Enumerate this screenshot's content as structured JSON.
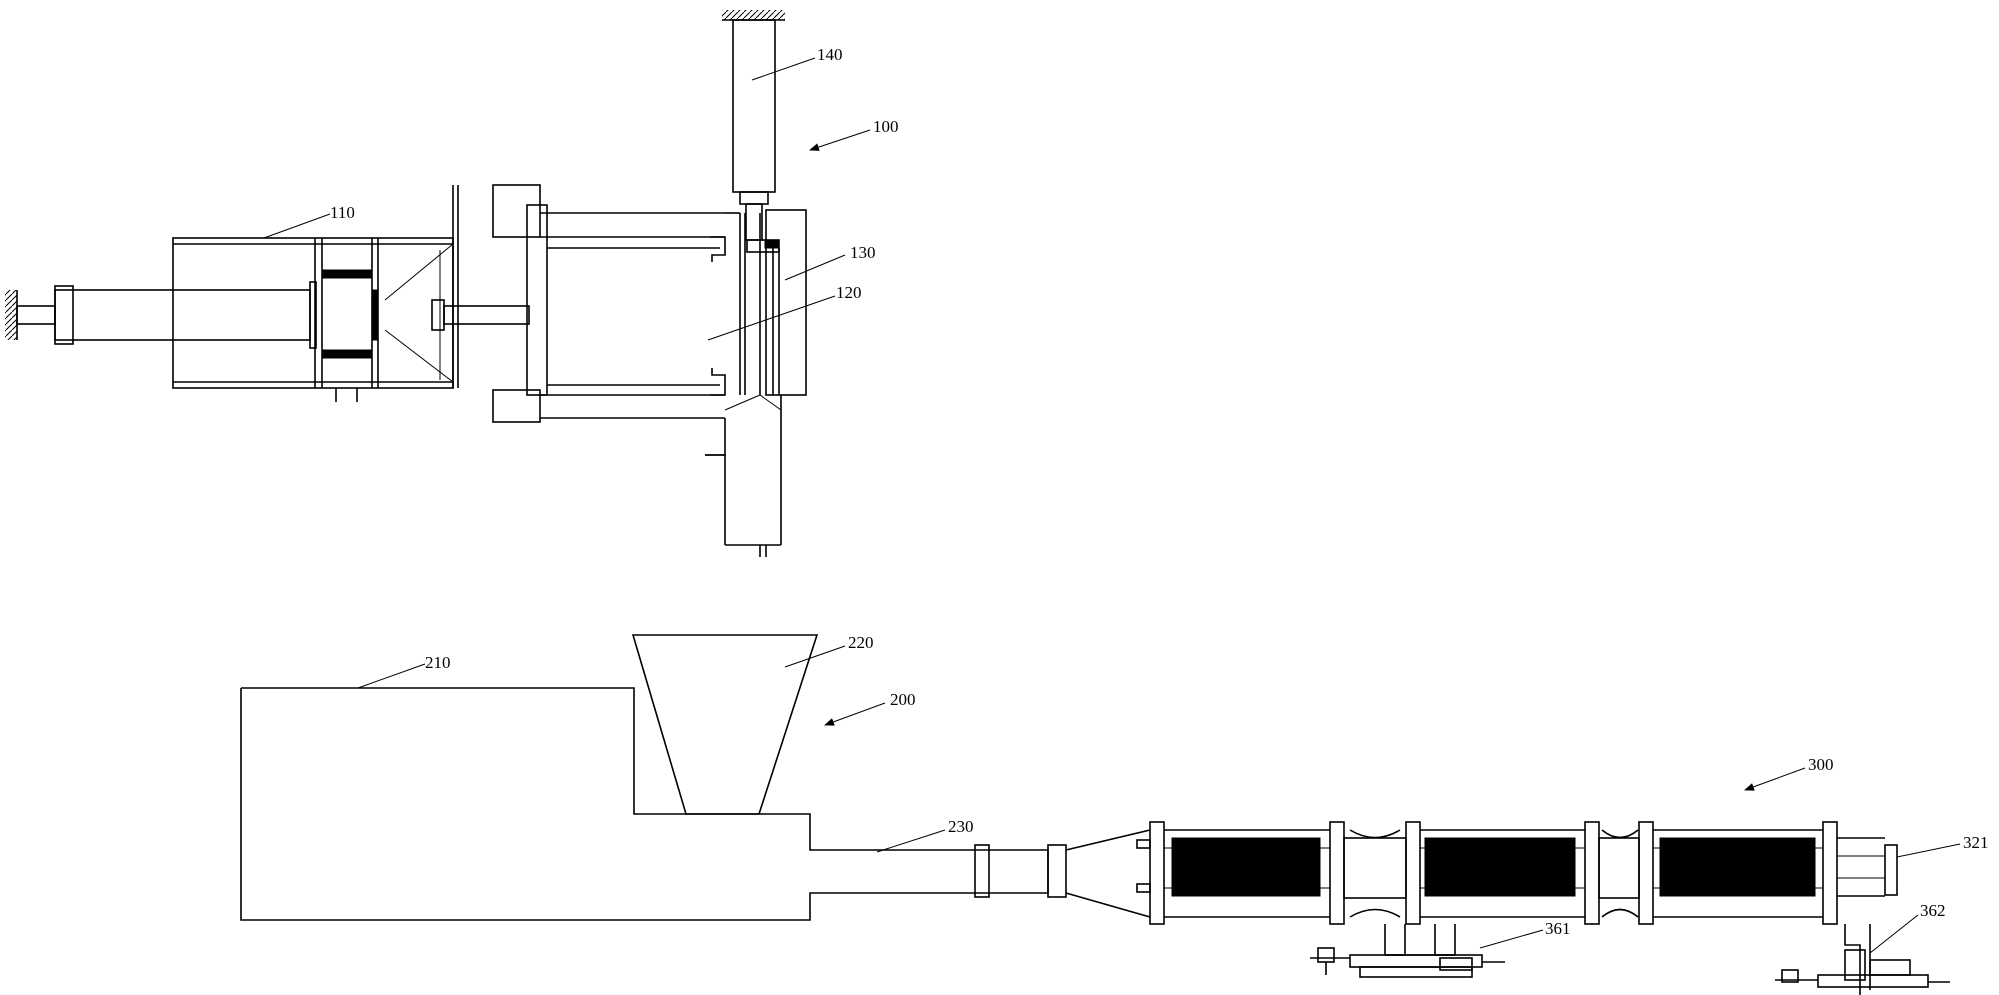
{
  "labels": {
    "l100": "100",
    "l110": "110",
    "l120": "120",
    "l130": "130",
    "l140": "140",
    "l200": "200",
    "l210": "210",
    "l220": "220",
    "l230": "230",
    "l300": "300",
    "l321": "321",
    "l361": "361",
    "l362": "362"
  },
  "colors": {
    "line": "#000000",
    "background": "#ffffff"
  }
}
